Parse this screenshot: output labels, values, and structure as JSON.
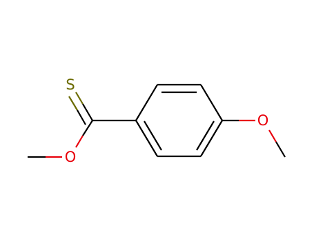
{
  "diagram": {
    "type": "chemical-structure",
    "colors": {
      "carbon_bond": "#000000",
      "oxygen": "#e8000b",
      "sulfur": "#6b6b00",
      "background": "#ffffff"
    },
    "atoms": {
      "sulfur": "S",
      "oxygen_ester": "O",
      "oxygen_methoxy": "O"
    }
  }
}
